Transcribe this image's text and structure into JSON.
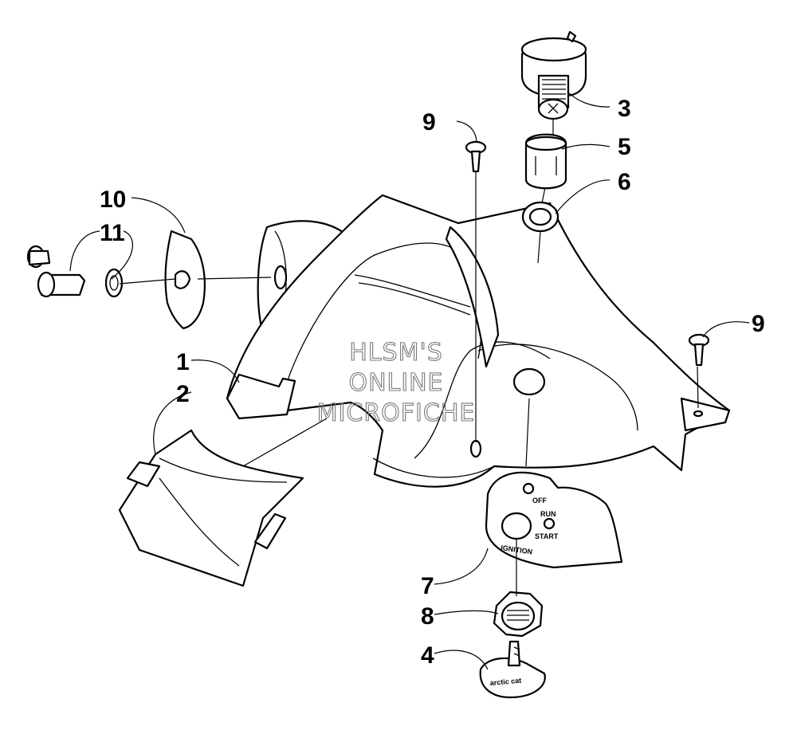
{
  "watermark": {
    "line1": "HLSM'S",
    "line2": "ONLINE",
    "line3": "MICROFICHE"
  },
  "callouts": [
    {
      "id": "c1",
      "label": "1"
    },
    {
      "id": "c2",
      "label": "2"
    },
    {
      "id": "c3",
      "label": "3"
    },
    {
      "id": "c4",
      "label": "4"
    },
    {
      "id": "c5",
      "label": "5"
    },
    {
      "id": "c6",
      "label": "6"
    },
    {
      "id": "c7",
      "label": "7"
    },
    {
      "id": "c8",
      "label": "8"
    },
    {
      "id": "c9a",
      "label": "9"
    },
    {
      "id": "c9b",
      "label": "9"
    },
    {
      "id": "c10",
      "label": "10"
    },
    {
      "id": "c11",
      "label": "11"
    }
  ],
  "decal_text": {
    "off": "OFF",
    "run": "RUN",
    "start": "START",
    "ignition": "IGNITION"
  },
  "key_logo": "arctic cat"
}
